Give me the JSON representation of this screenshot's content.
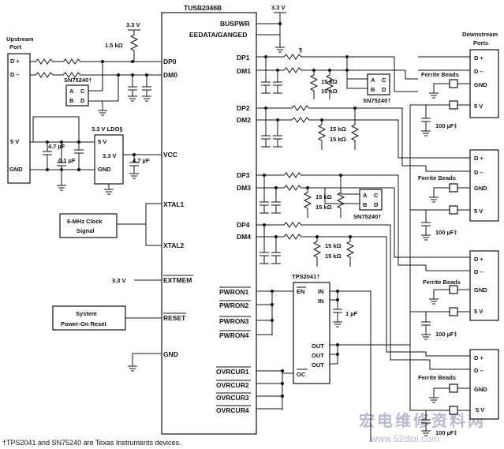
{
  "title": "TUSB2046B",
  "supply": {
    "top_left": "3.3 V",
    "top_right": "3.3 V",
    "extmem": "3.3 V"
  },
  "upstream": {
    "title_line1": "Upstream",
    "title_line2": "Port",
    "pins": [
      "D +",
      "D –",
      "5 V",
      "GND"
    ]
  },
  "pullup": "1.5 kΩ",
  "hub_left_pins": [
    "DP0",
    "DM0",
    "VCC",
    "XTAL1",
    "XTAL2",
    "EXTMEM",
    "RESET",
    "GND"
  ],
  "hub_right_top": [
    "BUSPWR",
    "EEDATA/GANGED"
  ],
  "hub_right_pins": [
    "DP1",
    "DM1",
    "DP2",
    "DM2",
    "DP3",
    "DM3",
    "DP4",
    "DM4"
  ],
  "pwron": [
    "PWRON1",
    "PWRON2",
    "PWRON3",
    "PWRON4"
  ],
  "ovrcur": [
    "OVRCUR1",
    "OVRCUR2",
    "OVRCUR3",
    "OVRCUR4"
  ],
  "sn": {
    "name": "SN75240†",
    "pins": [
      "A",
      "C",
      "B",
      "D"
    ]
  },
  "ldo": {
    "title": "3.3 V LDO§",
    "pins": [
      "5 V",
      "3.3 V",
      "GND"
    ]
  },
  "caps": {
    "c47": "4.7 µF",
    "c01": "0.1 µF",
    "c1": "1 µF",
    "c100": "100 µF‡"
  },
  "clock": {
    "line1": "6-MHz Clock",
    "line2": "Signal"
  },
  "reset": {
    "line1": "System",
    "line2": "Power-On Reset"
  },
  "tps": {
    "name": "TPS2041†",
    "pins": [
      "EN",
      "IN",
      "IN",
      "OUT",
      "OUT",
      "OUT",
      "OC"
    ]
  },
  "res15k": "15 kΩ",
  "para_mark": "¶",
  "downstream": {
    "title_line1": "Downstream",
    "title_line2": "Ports",
    "pins": [
      "D +",
      "D –",
      "GND",
      "5 V"
    ],
    "beads": "Ferrite Beads"
  },
  "footnote": "†TPS2041 and SN75240 are Texas Instruments devices.",
  "watermark": {
    "cn": "宏电维修资料网",
    "url": "www.52dioi.com"
  }
}
